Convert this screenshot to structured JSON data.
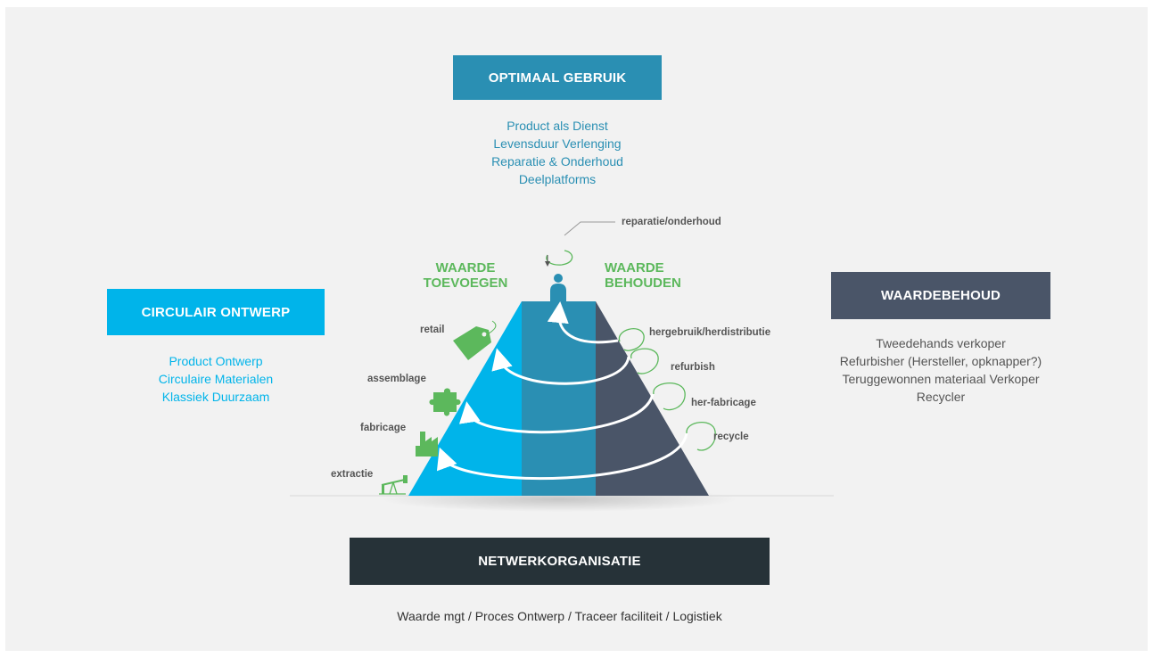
{
  "optimal_use": {
    "title": "OPTIMAAL GEBRUIK",
    "color": "#2a8fb3",
    "items": [
      "Product als Dienst",
      "Levensduur Verlenging",
      "Reparatie & Onderhoud",
      "Deelplatforms"
    ]
  },
  "circular_design": {
    "title": "CIRCULAIR ONTWERP",
    "color": "#00b4ea",
    "items": [
      "Product Ontwerp",
      "Circulaire Materialen",
      "Klassiek Duurzaam"
    ]
  },
  "value_retention": {
    "title": "WAARDEBEHOUD",
    "color": "#4a5568",
    "items": [
      "Tweedehands verkoper",
      "Refurbisher (Hersteller, opknapper?)",
      "Teruggewonnen materiaal Verkoper",
      "Recycler"
    ]
  },
  "network": {
    "title": "NETWERKORGANISATIE",
    "color": "#263238",
    "subtitle": "Waarde mgt / Proces Ontwerp / Traceer faciliteit / Logistiek"
  },
  "pyramid": {
    "add_value": "WAARDE TOEVOEGEN",
    "keep_value": "WAARDE BEHOUDEN",
    "left_stages": [
      "retail",
      "assemblage",
      "fabricage",
      "extractie"
    ],
    "right_stages": [
      "hergebruik/herdistributie",
      "refurbish",
      "her-fabricage",
      "recycle"
    ],
    "top_label": "reparatie/onderhoud",
    "colors": {
      "left": "#00b4ea",
      "middle": "#2a8fb3",
      "right": "#4a5568",
      "accent": "#5cb85c"
    },
    "icons": [
      "price-tag-icon",
      "puzzle-icon",
      "factory-icon",
      "oil-pump-icon",
      "person-icon",
      "repair-loop-icon"
    ]
  }
}
